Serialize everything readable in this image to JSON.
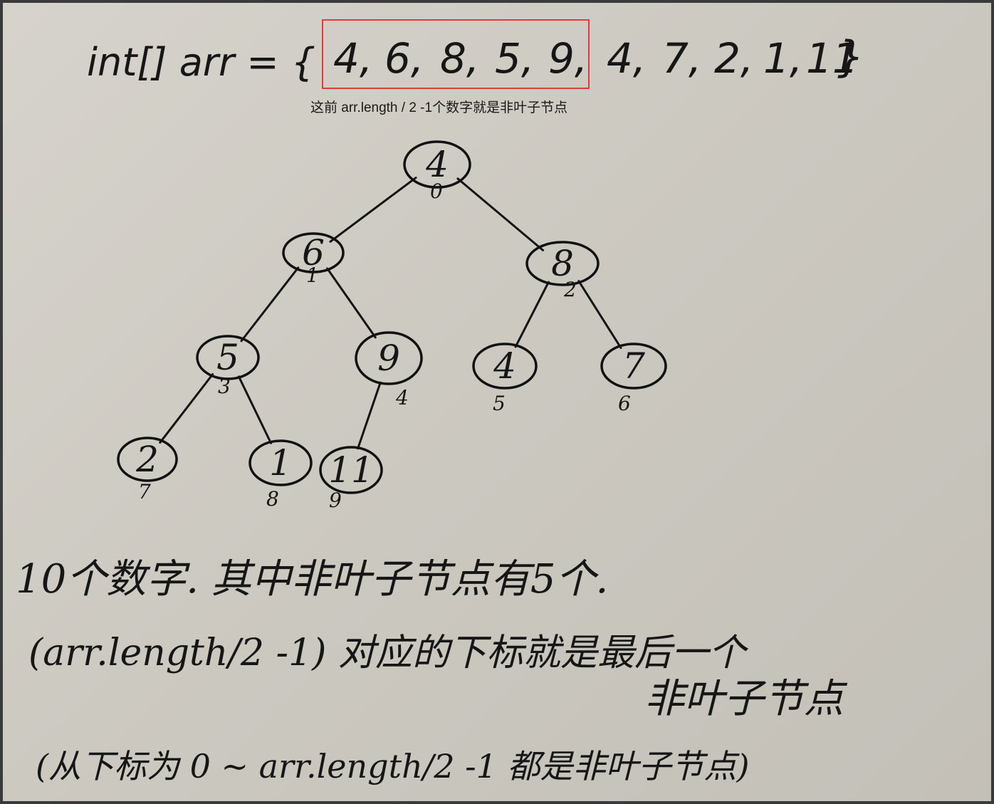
{
  "array_prefix": "int[] arr = {",
  "array_values": [
    "4",
    "6",
    "8",
    "5",
    "9",
    "4",
    "7",
    "2",
    "1",
    "11"
  ],
  "array_suffix": "}",
  "caption": "这前 arr.length / 2 -1个数字就是非叶子节点",
  "tree_nodes": [
    {
      "value": "4",
      "index": "0"
    },
    {
      "value": "6",
      "index": "1"
    },
    {
      "value": "8",
      "index": "2"
    },
    {
      "value": "5",
      "index": "3"
    },
    {
      "value": "9",
      "index": "4"
    },
    {
      "value": "4",
      "index": "5"
    },
    {
      "value": "7",
      "index": "6"
    },
    {
      "value": "2",
      "index": "7"
    },
    {
      "value": "1",
      "index": "8"
    },
    {
      "value": "11",
      "index": "9"
    }
  ],
  "tree_edges": [
    [
      0,
      1
    ],
    [
      0,
      2
    ],
    [
      1,
      3
    ],
    [
      1,
      4
    ],
    [
      2,
      5
    ],
    [
      2,
      6
    ],
    [
      3,
      7
    ],
    [
      3,
      8
    ],
    [
      4,
      9
    ]
  ],
  "notes": {
    "line1": "10个数字. 其中非叶子节点有5个.",
    "line2": "(arr.length/2 -1) 对应的下标就是最后一个",
    "line3": "非叶子节点",
    "line4": "(从下标为 0 ~ arr.length/2 -1 都是非叶子节点)"
  },
  "colors": {
    "highlight_box": "#e03c3c",
    "ink": "#161616",
    "paper": "#cfccc4"
  }
}
